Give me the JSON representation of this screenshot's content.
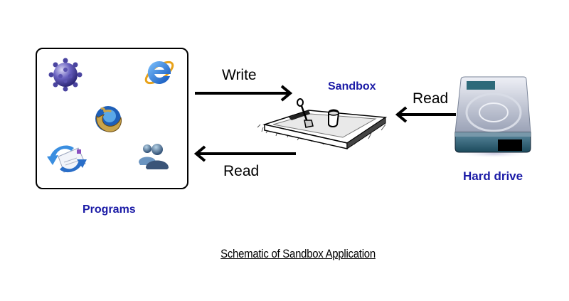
{
  "diagram": {
    "caption": "Schematic of Sandbox Application",
    "programs": {
      "label": "Programs",
      "icons": [
        "minesweeper-mine-icon",
        "internet-explorer-icon",
        "firefox-icon",
        "email-send-receive-icon",
        "messenger-users-icon"
      ]
    },
    "sandbox": {
      "label": "Sandbox",
      "icon": "sandbox-icon"
    },
    "hard_drive": {
      "label": "Hard drive",
      "icon": "hard-drive-icon"
    },
    "arrows": {
      "programs_to_sandbox": "Write",
      "sandbox_to_programs": "Read",
      "harddrive_to_sandbox": "Read"
    },
    "colors": {
      "label_blue": "#1a1aa6",
      "arrow": "#000000"
    }
  }
}
